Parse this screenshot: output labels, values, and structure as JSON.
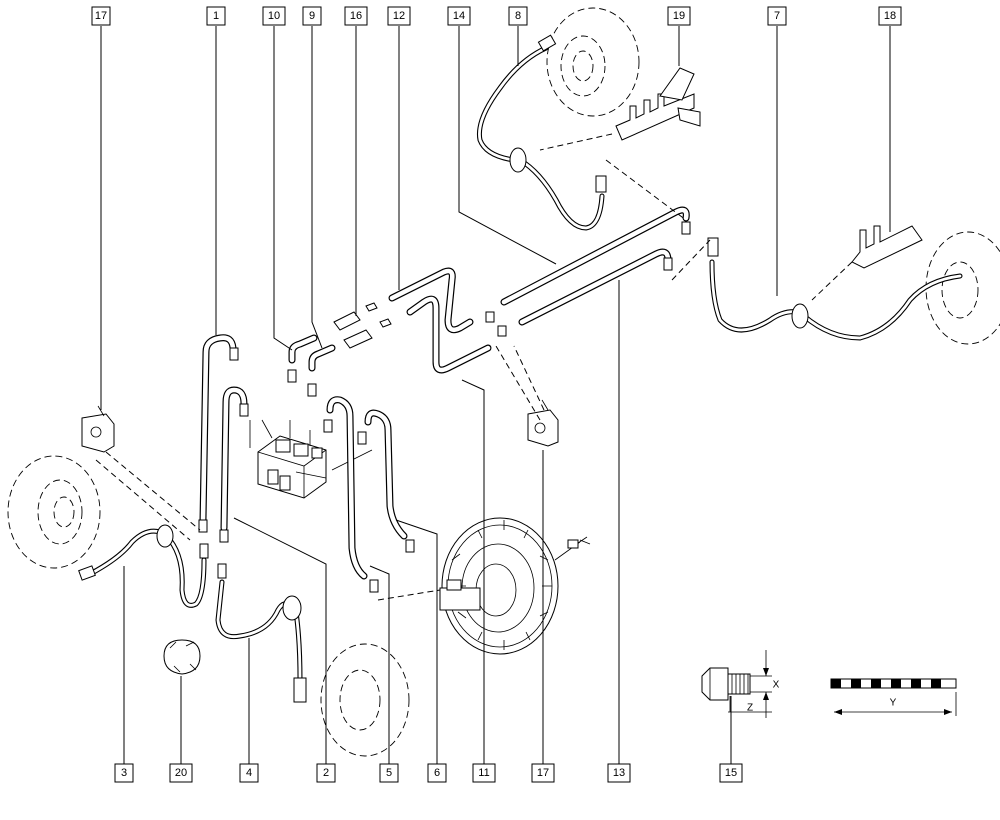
{
  "diagram": {
    "callouts": [
      "17",
      "1",
      "10",
      "9",
      "16",
      "12",
      "14",
      "8",
      "19",
      "7",
      "18",
      "3",
      "20",
      "4",
      "2",
      "5",
      "6",
      "11",
      "17",
      "13",
      "15"
    ],
    "detail_axes": {
      "x": "X",
      "z": "Z",
      "y": "Y"
    }
  }
}
